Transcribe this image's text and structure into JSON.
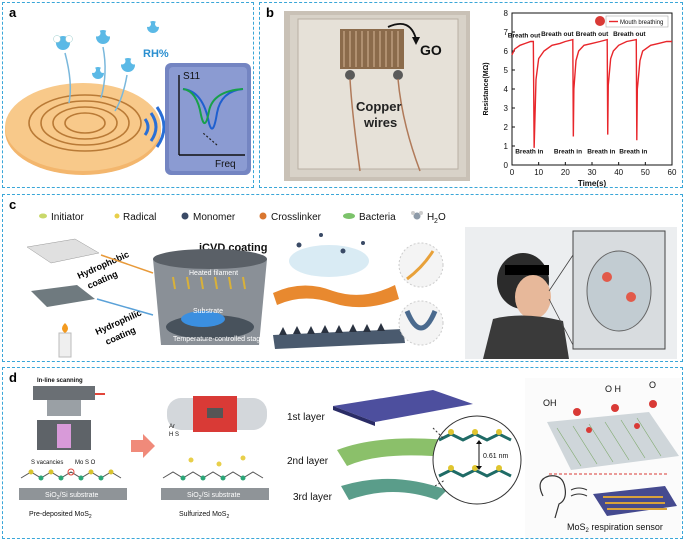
{
  "panels": {
    "a": {
      "label": "a",
      "rh": "RH%",
      "s11": "S11",
      "freq": "Freq",
      "colors": {
        "disc": "#f2b36b",
        "inset_bg": "#5b6fb0",
        "curve_green": "#1f9a4a",
        "curve_blue": "#2a6fd6"
      }
    },
    "b": {
      "label": "b",
      "go": "GO",
      "copper": "Copper",
      "wires": "wires"
    },
    "c": {
      "label": "c",
      "legend": [
        "Initiator",
        "Radical",
        "Monomer",
        "Crosslinker",
        "Bacteria",
        "H",
        "2",
        "O"
      ],
      "icvd": "iCVD coating",
      "heated": "Heated filament",
      "substrate": "Substrate",
      "stage": "Temperature-controlled stage",
      "hydrophobic": [
        "Hydrophobic",
        "coating"
      ],
      "hydrophilic": [
        "Hydrophilic",
        "coating"
      ]
    },
    "d": {
      "label": "d",
      "inline": "In-line scanning",
      "vacancies": "S vacancies",
      "mos_legend": "Mo  S  O",
      "sio2": "SiO",
      "sio2_sub": "2",
      "si_substrate": "/Si substrate",
      "predep": "Pre-deposited MoS",
      "predep_sub": "2",
      "sulfurized": "Sulfurized MoS",
      "sulfurized_sub": "2",
      "ar": "Ar",
      "h2s": "H S",
      "layers": [
        "1st layer",
        "2nd layer",
        "3rd layer"
      ],
      "spacing": "0.61 nm",
      "o2h": "O H",
      "o2m": "O",
      "oh": "OH",
      "sensor": "MoS",
      "sensor_sub": "2",
      "sensor_rest": " respiration sensor"
    }
  },
  "chart_data": {
    "type": "line",
    "xlabel": "Time(s)",
    "ylabel": "Resistance(MΩ)",
    "xlim": [
      0,
      60
    ],
    "ylim": [
      0,
      8
    ],
    "xticks": [
      0,
      10,
      20,
      30,
      40,
      50,
      60
    ],
    "yticks": [
      0,
      1,
      2,
      3,
      4,
      5,
      6,
      7,
      8
    ],
    "legend": "Mouth breathing",
    "legend_placement": "top-right",
    "series_color": "#e8262b",
    "series": [
      {
        "x": [
          0,
          1,
          3,
          5,
          7,
          8,
          8.3,
          9,
          10,
          12,
          15,
          18,
          20,
          22.8,
          23,
          23.2,
          24,
          25,
          27,
          30,
          33,
          35.7,
          35.9,
          36.1,
          37,
          38,
          40,
          43,
          46.6,
          46.8,
          47,
          48,
          49,
          52,
          55,
          58,
          60
        ],
        "y": [
          5.8,
          6.1,
          6.3,
          6.4,
          6.5,
          6.5,
          0.9,
          4.5,
          5.6,
          6.0,
          6.3,
          6.4,
          6.5,
          6.6,
          1.5,
          4.0,
          5.5,
          6.0,
          6.3,
          6.4,
          6.5,
          6.6,
          1.6,
          4.2,
          5.6,
          6.0,
          6.3,
          6.5,
          6.6,
          1.3,
          4.0,
          5.5,
          6.0,
          6.3,
          6.4,
          6.5,
          6.5
        ]
      }
    ],
    "annotations": [
      {
        "text": "Breath out",
        "x": 4.5,
        "y": 6.7
      },
      {
        "text": "Breath out",
        "x": 17,
        "y": 6.8
      },
      {
        "text": "Breath out",
        "x": 30,
        "y": 6.8
      },
      {
        "text": "Breath out",
        "x": 44,
        "y": 6.8
      },
      {
        "text": "Breath in",
        "x": 6.5,
        "y": 0.6
      },
      {
        "text": "Breath in",
        "x": 21,
        "y": 0.6
      },
      {
        "text": "Breath in",
        "x": 33.5,
        "y": 0.6
      },
      {
        "text": "Breath in",
        "x": 45.5,
        "y": 0.6
      }
    ]
  }
}
